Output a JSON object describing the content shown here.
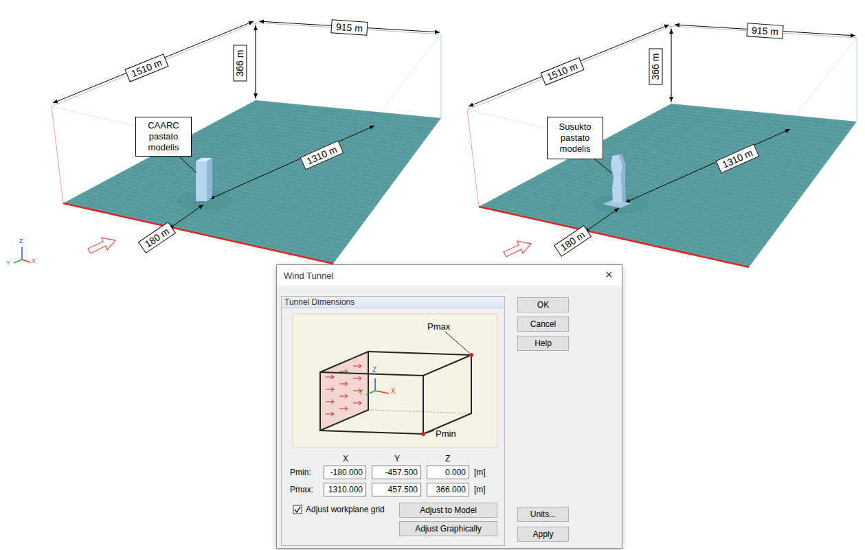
{
  "diagram": {
    "nodes": [
      {
        "text": [
          "1510 m"
        ]
      },
      {
        "text": [
          "915 m"
        ]
      },
      {
        "text": [
          "366 m"
        ]
      },
      {
        "text": [
          "1310 m"
        ]
      },
      {
        "text": [
          "CAARC pastato modelis"
        ]
      },
      {
        "text": [
          "180 m"
        ]
      },
      {
        "text": [
          "1510 m"
        ]
      },
      {
        "text": [
          "915 m"
        ]
      },
      {
        "text": [
          "366 m"
        ]
      },
      {
        "text": [
          "1310 m"
        ]
      },
      {
        "text": [
          "Susukto pastato modelis"
        ]
      },
      {
        "text": [
          "180 m"
        ]
      },
      {
        "text": [
          "Wind Tunnel"
        ]
      },
      {
        "text": [
          "Tunnel Dimensions"
        ],
        "in": 12
      },
      {
        "text": [
          "OK"
        ],
        "in": 12
      },
      {
        "text": [
          "Cancel"
        ],
        "in": 12
      },
      {
        "text": [
          "Help"
        ],
        "in": 12
      },
      {
        "text": [
          "-180.000"
        ],
        "in": 13
      },
      {
        "text": [
          "-457.500"
        ],
        "in": 13
      },
      {
        "text": [
          "0.000"
        ],
        "in": 13
      },
      {
        "text": [
          "1310.000"
        ],
        "in": 13
      },
      {
        "text": [
          "457.500"
        ],
        "in": 13
      },
      {
        "text": [
          "366.000"
        ],
        "in": 13
      },
      {
        "text": [
          "Adjust to Model"
        ],
        "in": 13
      },
      {
        "text": [
          "Adjust Graphically"
        ],
        "in": 13
      },
      {
        "text": [
          "Units..."
        ],
        "in": 12
      },
      {
        "text": [
          "Apply"
        ],
        "in": 12
      }
    ],
    "labels": [
      "X",
      "Y",
      "Z",
      "Pmin:",
      "Pmax:",
      "[m]",
      "[m]",
      "Adjust workplane grid",
      "Pmax",
      "Pmin",
      "Z",
      "Y",
      "X",
      "Z",
      "Y",
      "X",
      "×"
    ]
  }
}
